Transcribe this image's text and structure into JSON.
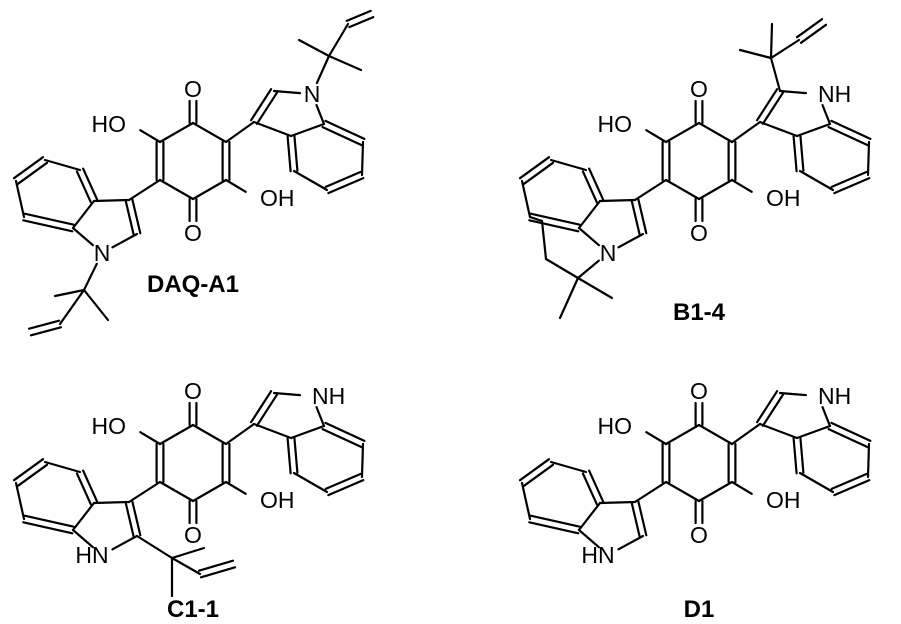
{
  "molecules": [
    {
      "name": "DAQ-A1",
      "atoms": [
        {
          "key": "o-top",
          "text": "O"
        },
        {
          "key": "o-bottom",
          "text": "O"
        },
        {
          "key": "ho",
          "text": "HO"
        },
        {
          "key": "oh",
          "text": "OH"
        },
        {
          "key": "n-left",
          "text": "N"
        },
        {
          "key": "n-right",
          "text": "N"
        }
      ]
    },
    {
      "name": "B1-4",
      "atoms": [
        {
          "key": "o-top",
          "text": "O"
        },
        {
          "key": "o-bottom",
          "text": "O"
        },
        {
          "key": "ho",
          "text": "HO"
        },
        {
          "key": "oh",
          "text": "OH"
        },
        {
          "key": "n-left",
          "text": "N"
        },
        {
          "key": "nh-right",
          "text": "NH"
        }
      ]
    },
    {
      "name": "C1-1",
      "atoms": [
        {
          "key": "o-top",
          "text": "O"
        },
        {
          "key": "o-bottom",
          "text": "O"
        },
        {
          "key": "ho",
          "text": "HO"
        },
        {
          "key": "oh",
          "text": "OH"
        },
        {
          "key": "hn-left",
          "text": "HN"
        },
        {
          "key": "nh-right",
          "text": "NH"
        }
      ]
    },
    {
      "name": "D1",
      "atoms": [
        {
          "key": "o-top",
          "text": "O"
        },
        {
          "key": "o-bottom",
          "text": "O"
        },
        {
          "key": "ho",
          "text": "HO"
        },
        {
          "key": "oh",
          "text": "OH"
        },
        {
          "key": "hn-left",
          "text": "HN"
        },
        {
          "key": "nh-right",
          "text": "NH"
        }
      ]
    }
  ]
}
